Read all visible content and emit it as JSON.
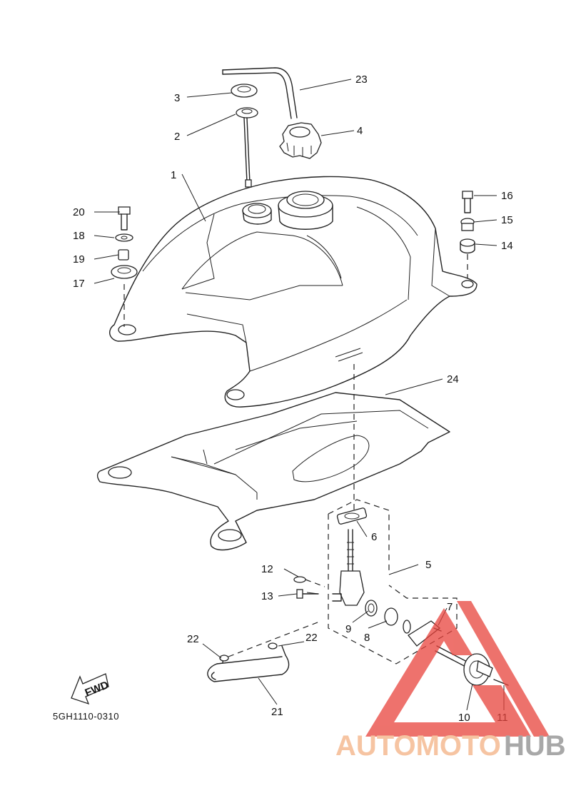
{
  "callouts": {
    "c1": "1",
    "c2": "2",
    "c3": "3",
    "c4": "4",
    "c5": "5",
    "c6": "6",
    "c7": "7",
    "c8": "8",
    "c9": "9",
    "c10": "10",
    "c11": "11",
    "c12": "12",
    "c13": "13",
    "c14": "14",
    "c15": "15",
    "c16": "16",
    "c17": "17",
    "c18": "18",
    "c19": "19",
    "c20": "20",
    "c21": "21",
    "c22a": "22",
    "c22b": "22",
    "c23": "23",
    "c24": "24"
  },
  "fwd_label": "FWD",
  "diagram_code": "5GH1110-0310",
  "watermark": {
    "part1": "AUTOMOTO",
    "part2": "HUB",
    "color1": "#f4b183",
    "color2": "#8c8c8c",
    "triangle_color": "#e8433c"
  }
}
